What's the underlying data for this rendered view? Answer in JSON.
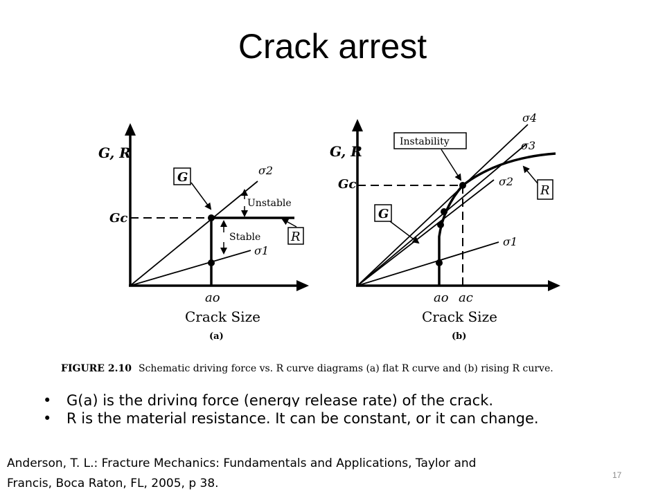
{
  "slide": {
    "title": "Crack arrest",
    "bullets": [
      "G(a) is the driving force (energy release rate) of the crack.",
      "R is the material resistance. It can be constant, or it can change."
    ],
    "citation_line1": "Anderson, T. L.: Fracture Mechanics: Fundamentals and Applications, Taylor and",
    "citation_line2": "Francis, Boca Raton, FL, 2005, p 38.",
    "page_number": "17",
    "bullet_symbol": "•"
  },
  "figure": {
    "caption_label": "FIGURE 2.10",
    "caption_text": "Schematic driving force vs. R curve diagrams (a) flat R curve and (b) rising R curve.",
    "panel_a": {
      "y_axis_label": "G, R",
      "gc_label": "Gc",
      "box_g": "G",
      "box_r": "R",
      "unstable_label": "Unstable",
      "stable_label": "Stable",
      "sigma_upper": "σ2",
      "sigma_lower": "σ1",
      "a0_label": "ao",
      "x_axis_label": "Crack Size",
      "sub_label": "(a)"
    },
    "panel_b": {
      "y_axis_label": "G, R",
      "gc_label": "Gc",
      "instability_label": "Instability",
      "box_g": "G",
      "box_r": "R",
      "sigma_4": "σ4",
      "sigma_3": "σ3",
      "sigma_2": "σ2",
      "sigma_1": "σ1",
      "a0_label": "ao",
      "ac_label": "ac",
      "x_axis_label": "Crack Size",
      "sub_label": "(b)"
    }
  }
}
